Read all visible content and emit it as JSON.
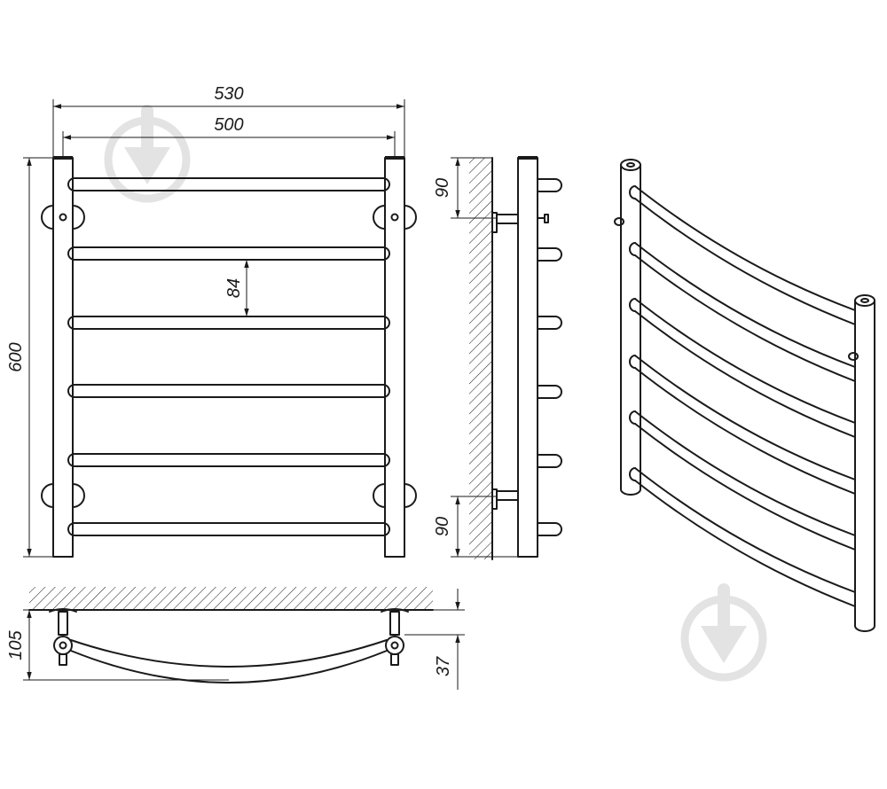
{
  "dimensions": {
    "width_outer": "530",
    "width_inner": "500",
    "height": "600",
    "bar_spacing": "84",
    "mount_offset_top": "90",
    "mount_offset_bottom": "90",
    "depth": "105",
    "bend_depth": "37"
  },
  "colors": {
    "line": "#1a1a1a",
    "watermark": "#e3e3e3",
    "background": "#ffffff"
  },
  "watermark_icon": "download-arrow-icon"
}
